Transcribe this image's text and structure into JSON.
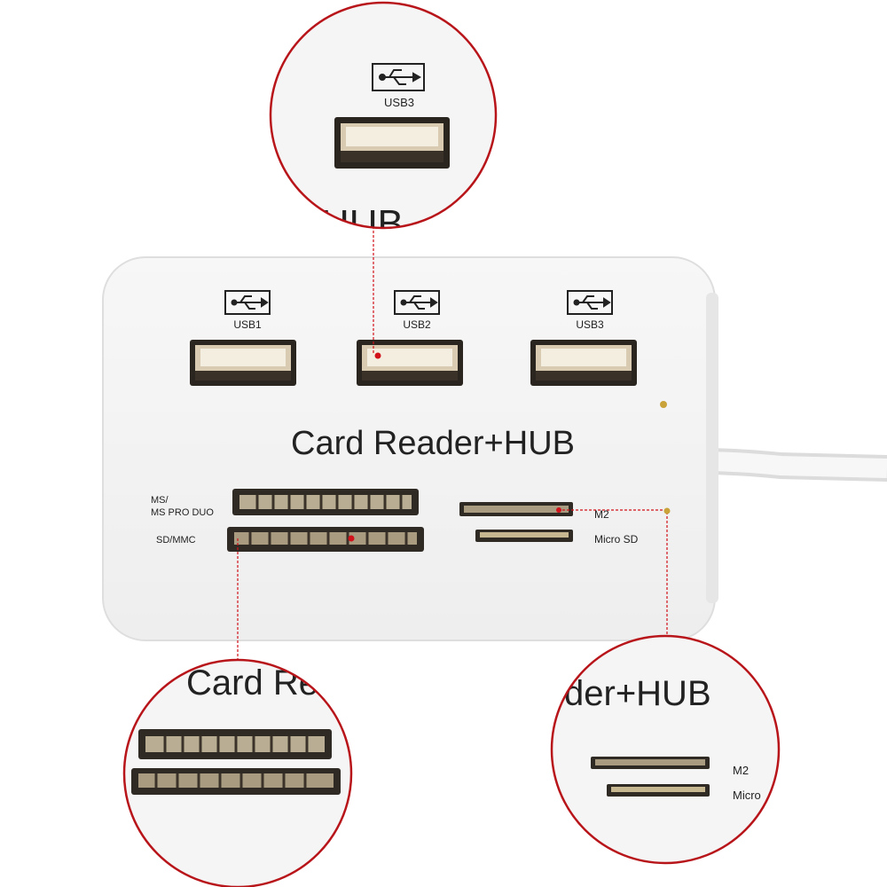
{
  "product": {
    "title": "Card Reader+HUB",
    "usb_ports": [
      {
        "label": "USB1"
      },
      {
        "label": "USB2"
      },
      {
        "label": "USB3"
      }
    ],
    "slots": {
      "ms_label_line1": "MS/",
      "ms_label_line2": "MS PRO DUO",
      "sd_label": "SD/MMC",
      "m2_label": "M2",
      "microsd_label": "Micro SD"
    }
  },
  "zoom_callouts": {
    "top": {
      "usb_label": "USB3",
      "text": "HUB"
    },
    "bottom_left": {
      "text": "Card Re"
    },
    "bottom_right": {
      "text": "der+HUB",
      "m2_label": "M2",
      "micro_label": "Micro"
    }
  },
  "colors": {
    "callout_ring": "#b8151a",
    "body": "#f4f4f4",
    "port_dark": "#2a251f",
    "indicator_dot": "#d1121a"
  }
}
